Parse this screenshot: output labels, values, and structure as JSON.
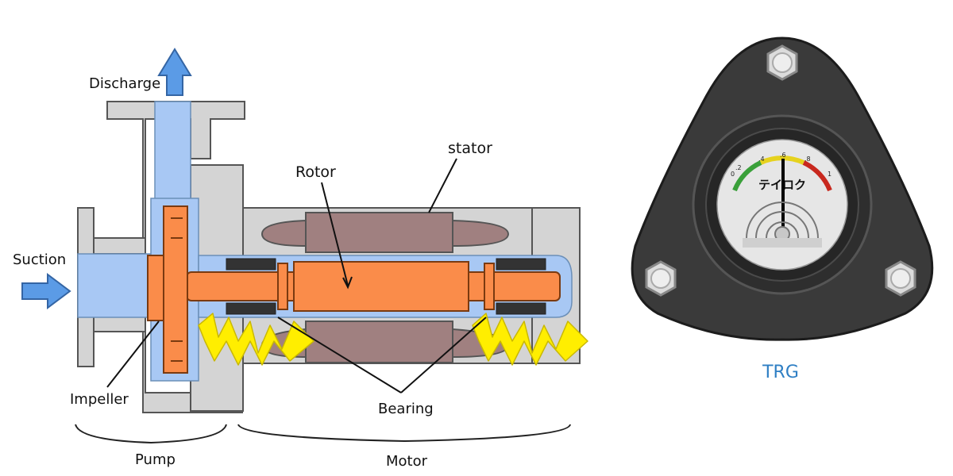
{
  "labels": {
    "discharge": "Discharge",
    "suction": "Suction",
    "rotor": "Rotor",
    "stator": "stator",
    "impeller": "Impeller",
    "bearing": "Bearing",
    "pump": "Pump",
    "motor": "Motor"
  },
  "trg": {
    "caption": "TRG",
    "gauge_brand": "テイロク",
    "scale_ticks": [
      "0",
      ".2",
      ".4",
      ".6",
      ".8",
      "1"
    ]
  },
  "colors": {
    "fluid": "#a8c8f4",
    "casing": "#d4d4d4",
    "rotor": "#fa8c4a",
    "stator": "#a08080",
    "arrow": "#5b9be6",
    "spark": "#ffee00",
    "trg_body": "#3a3a3a",
    "trg_caption": "#2f7fc4"
  },
  "icons": {
    "flow_arrow": "arrow-icon",
    "wear_spark": "spark-icon",
    "bolt": "bolt-icon"
  }
}
